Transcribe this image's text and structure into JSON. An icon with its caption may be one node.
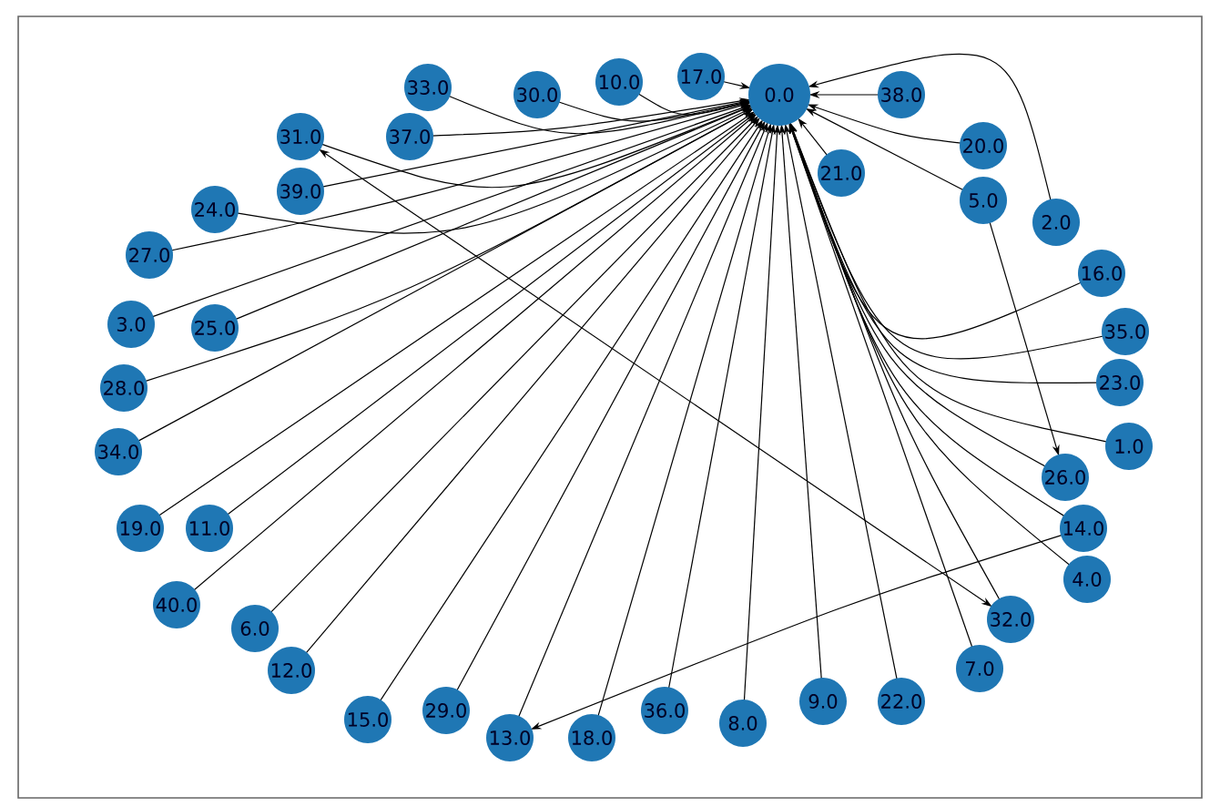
{
  "diagram": {
    "nodes": [
      {
        "text": [
          "33.0"
        ]
      },
      {
        "text": [
          "30.0"
        ]
      },
      {
        "text": [
          "10.0"
        ]
      },
      {
        "text": [
          "17.0"
        ]
      },
      {
        "text": [
          "0.0"
        ]
      },
      {
        "text": [
          "38.0"
        ]
      },
      {
        "text": [
          "31.0"
        ]
      },
      {
        "text": [
          "37.0"
        ]
      },
      {
        "text": [
          "21.0"
        ]
      },
      {
        "text": [
          "20.0"
        ]
      },
      {
        "text": [
          "39.0"
        ]
      },
      {
        "text": [
          "24.0"
        ]
      },
      {
        "text": [
          "5.0"
        ]
      },
      {
        "text": [
          "2.0"
        ]
      },
      {
        "text": [
          "27.0"
        ]
      },
      {
        "text": [
          "16.0"
        ]
      },
      {
        "text": [
          "3.0"
        ]
      },
      {
        "text": [
          "25.0"
        ]
      },
      {
        "text": [
          "35.0"
        ]
      },
      {
        "text": [
          "28.0"
        ]
      },
      {
        "text": [
          "23.0"
        ]
      },
      {
        "text": [
          "34.0"
        ]
      },
      {
        "text": [
          "1.0"
        ]
      },
      {
        "text": [
          "26.0"
        ]
      },
      {
        "text": [
          "19.0"
        ]
      },
      {
        "text": [
          "11.0"
        ]
      },
      {
        "text": [
          "14.0"
        ]
      },
      {
        "text": [
          "4.0"
        ]
      },
      {
        "text": [
          "40.0"
        ]
      },
      {
        "text": [
          "32.0"
        ]
      },
      {
        "text": [
          "6.0"
        ]
      },
      {
        "text": [
          "7.0"
        ]
      },
      {
        "text": [
          "12.0"
        ]
      },
      {
        "text": [
          "29.0"
        ]
      },
      {
        "text": [
          "22.0"
        ]
      },
      {
        "text": [
          "9.0"
        ]
      },
      {
        "text": [
          "15.0"
        ]
      },
      {
        "text": [
          "36.0"
        ]
      },
      {
        "text": [
          "8.0"
        ]
      },
      {
        "text": [
          "13.0"
        ]
      },
      {
        "text": [
          "18.0"
        ]
      }
    ],
    "edges": [
      {
        "from": 0,
        "to": 4,
        "arrow": "to"
      },
      {
        "from": 1,
        "to": 4,
        "arrow": "to"
      },
      {
        "from": 2,
        "to": 4,
        "arrow": "to"
      },
      {
        "from": 3,
        "to": 4,
        "arrow": "to"
      },
      {
        "from": 5,
        "to": 4,
        "arrow": "to"
      },
      {
        "from": 6,
        "to": 4,
        "arrow": "to"
      },
      {
        "from": 7,
        "to": 4,
        "arrow": "to"
      },
      {
        "from": 8,
        "to": 4,
        "arrow": "to"
      },
      {
        "from": 9,
        "to": 4,
        "arrow": "to"
      },
      {
        "from": 10,
        "to": 4,
        "arrow": "to"
      },
      {
        "from": 11,
        "to": 4,
        "arrow": "to"
      },
      {
        "from": 12,
        "to": 4,
        "arrow": "to"
      },
      {
        "from": 13,
        "to": 4,
        "arrow": "to"
      },
      {
        "from": 14,
        "to": 4,
        "arrow": "to"
      },
      {
        "from": 15,
        "to": 4,
        "arrow": "to"
      },
      {
        "from": 16,
        "to": 4,
        "arrow": "to"
      },
      {
        "from": 17,
        "to": 4,
        "arrow": "to"
      },
      {
        "from": 18,
        "to": 4,
        "arrow": "to"
      },
      {
        "from": 19,
        "to": 4,
        "arrow": "to"
      },
      {
        "from": 20,
        "to": 4,
        "arrow": "to"
      },
      {
        "from": 21,
        "to": 4,
        "arrow": "to"
      },
      {
        "from": 22,
        "to": 4,
        "arrow": "to"
      },
      {
        "from": 23,
        "to": 4,
        "arrow": "to"
      },
      {
        "from": 24,
        "to": 4,
        "arrow": "to"
      },
      {
        "from": 25,
        "to": 4,
        "arrow": "to"
      },
      {
        "from": 26,
        "to": 4,
        "arrow": "to"
      },
      {
        "from": 27,
        "to": 4,
        "arrow": "to"
      },
      {
        "from": 28,
        "to": 4,
        "arrow": "to"
      },
      {
        "from": 29,
        "to": 4,
        "arrow": "to"
      },
      {
        "from": 30,
        "to": 4,
        "arrow": "to"
      },
      {
        "from": 31,
        "to": 4,
        "arrow": "to"
      },
      {
        "from": 32,
        "to": 4,
        "arrow": "to"
      },
      {
        "from": 33,
        "to": 4,
        "arrow": "to"
      },
      {
        "from": 34,
        "to": 4,
        "arrow": "to"
      },
      {
        "from": 35,
        "to": 4,
        "arrow": "to"
      },
      {
        "from": 36,
        "to": 4,
        "arrow": "to"
      },
      {
        "from": 37,
        "to": 4,
        "arrow": "to"
      },
      {
        "from": 38,
        "to": 4,
        "arrow": "to"
      },
      {
        "from": 39,
        "to": 4,
        "arrow": "to"
      },
      {
        "from": 40,
        "to": 4,
        "arrow": "to"
      },
      {
        "from": 6,
        "to": 29,
        "arrow": "both"
      },
      {
        "from": 26,
        "to": 39,
        "arrow": "to"
      },
      {
        "from": 12,
        "to": 23,
        "arrow": "to"
      }
    ]
  }
}
